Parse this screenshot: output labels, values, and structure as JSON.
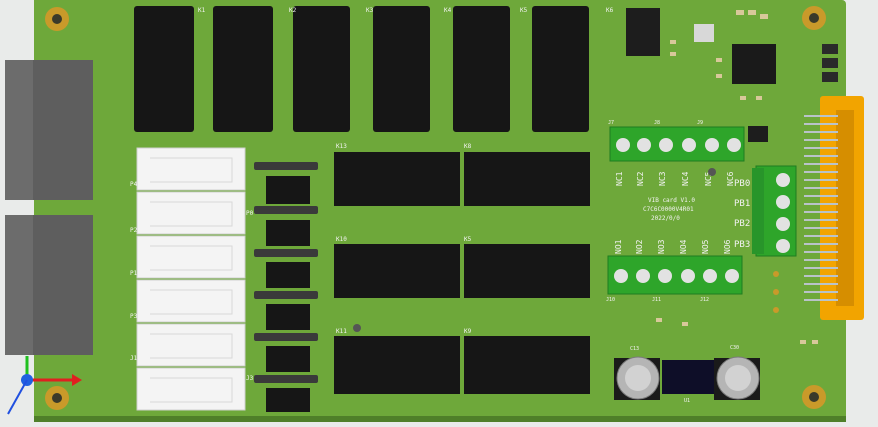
{
  "colors": {
    "background": "#e9ebea",
    "pcb": "#6ea83a",
    "pcb_dark": "#5b9230",
    "relay": "#161616",
    "terminal": "#2ea52a",
    "terminal_dark": "#1f7d20",
    "connector": "#f2a400",
    "silkscreen": "#f3f3f3",
    "mount_hole": "#c99a2a",
    "capacitor": "#b5b5b5"
  },
  "board": {
    "silkscreen_title": {
      "line1": "VIB card V1.0",
      "line2": "C7C6C0000V4R01",
      "line3": "2022/0/0"
    },
    "relay_labels": [
      "K1",
      "K2",
      "K3",
      "K4",
      "K5",
      "K6"
    ],
    "mid_relay_labels": [
      "K13",
      "K8",
      "K10",
      "K5",
      "K11",
      "K9"
    ],
    "left_connector_labels": [
      "P4",
      "P0",
      "P2",
      "P1",
      "P3",
      "J1",
      "J3"
    ],
    "top_terminal_labels": [
      "NC1",
      "NC2",
      "NC3",
      "NC4",
      "NC5",
      "NC6"
    ],
    "bottom_terminal_labels": [
      "NO1",
      "NO2",
      "NO3",
      "NO4",
      "NO5",
      "NO6"
    ],
    "side_terminal_labels": [
      "PB0",
      "PB1",
      "PB2",
      "PB3"
    ],
    "top_block_labels": [
      "J7",
      "J8",
      "J9"
    ],
    "bottom_block_labels": [
      "J10",
      "J11",
      "J12"
    ],
    "cap_labels": [
      "C13",
      "C30"
    ],
    "ic_label": "U1"
  }
}
